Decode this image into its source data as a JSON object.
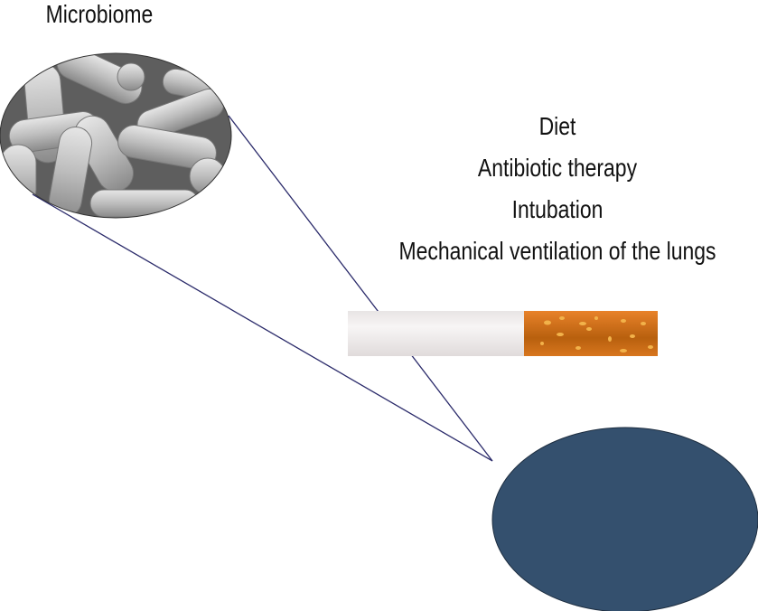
{
  "title": "Microbiome",
  "factors": [
    "Diet",
    "Antibiotic therapy",
    "Intubation",
    "Mechanical ventilation of the lungs"
  ],
  "colors": {
    "lung_ellipse": "#34506e",
    "connector": "#2a2a6a",
    "filter": "#e07f22",
    "paper": "#eeeaea"
  }
}
